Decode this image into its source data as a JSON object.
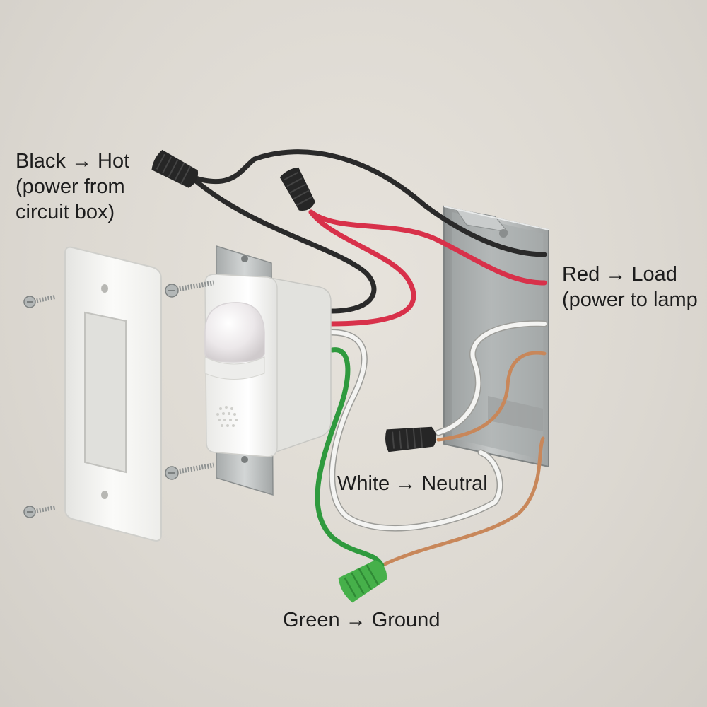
{
  "labels": {
    "hot": {
      "line1": "Black → Hot",
      "line2": "(power from",
      "line3": "circuit box)"
    },
    "load": {
      "line1": "Red → Load",
      "line2": "(power to lamp"
    },
    "neutral": {
      "line1": "White → Neutral"
    },
    "ground": {
      "line1": "Green → Ground"
    }
  },
  "colors": {
    "wall": "#dcd8d1",
    "black_wire": "#2a2a2a",
    "red_wire": "#d8314a",
    "white_wire": "#f4f4f2",
    "green_wire": "#2f9a3e",
    "copper_wire": "#c8875a",
    "green_wire_nut": "#46b04a",
    "plate": "#f6f6f4",
    "metal_box": "#b9bcbc"
  },
  "icons": [
    "faceplate",
    "motion-sensor-switch",
    "screw",
    "wire-nut",
    "electrical-box"
  ]
}
